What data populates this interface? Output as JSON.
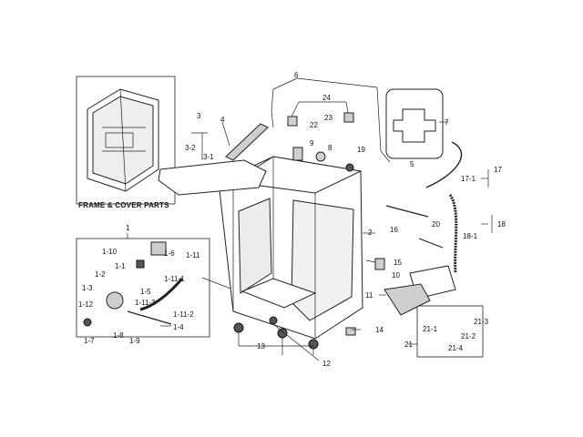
{
  "inset": {
    "title": "FRAME & COVER PARTS"
  },
  "labels": {
    "l1": "1",
    "l1_1": "1-1",
    "l1_2": "1-2",
    "l1_3": "1-3",
    "l1_4": "1-4",
    "l1_5": "1-5",
    "l1_6": "1-6",
    "l1_7": "1-7",
    "l1_8": "1-8",
    "l1_9": "1-9",
    "l1_10": "1-10",
    "l1_11": "1-11",
    "l1_11_1": "1-11-1",
    "l1_11_2": "1-11-2",
    "l1_11_3": "1-11-3",
    "l1_12": "1-12",
    "l2": "2",
    "l3": "3",
    "l3_1": "3-1",
    "l3_2": "3-2",
    "l4": "4",
    "l5": "5",
    "l6": "6",
    "l7": "7",
    "l8": "8",
    "l9": "9",
    "l10": "10",
    "l11": "11",
    "l12": "12",
    "l13": "13",
    "l14": "14",
    "l15": "15",
    "l16": "16",
    "l17": "17",
    "l17_1": "17-1",
    "l18": "18",
    "l18_1": "18-1",
    "l19": "19",
    "l20": "20",
    "l21": "21",
    "l21_1": "21-1",
    "l21_2": "21-2",
    "l21_3": "21-3",
    "l21_4": "21-4",
    "l22": "22",
    "l23": "23",
    "l24": "24"
  }
}
